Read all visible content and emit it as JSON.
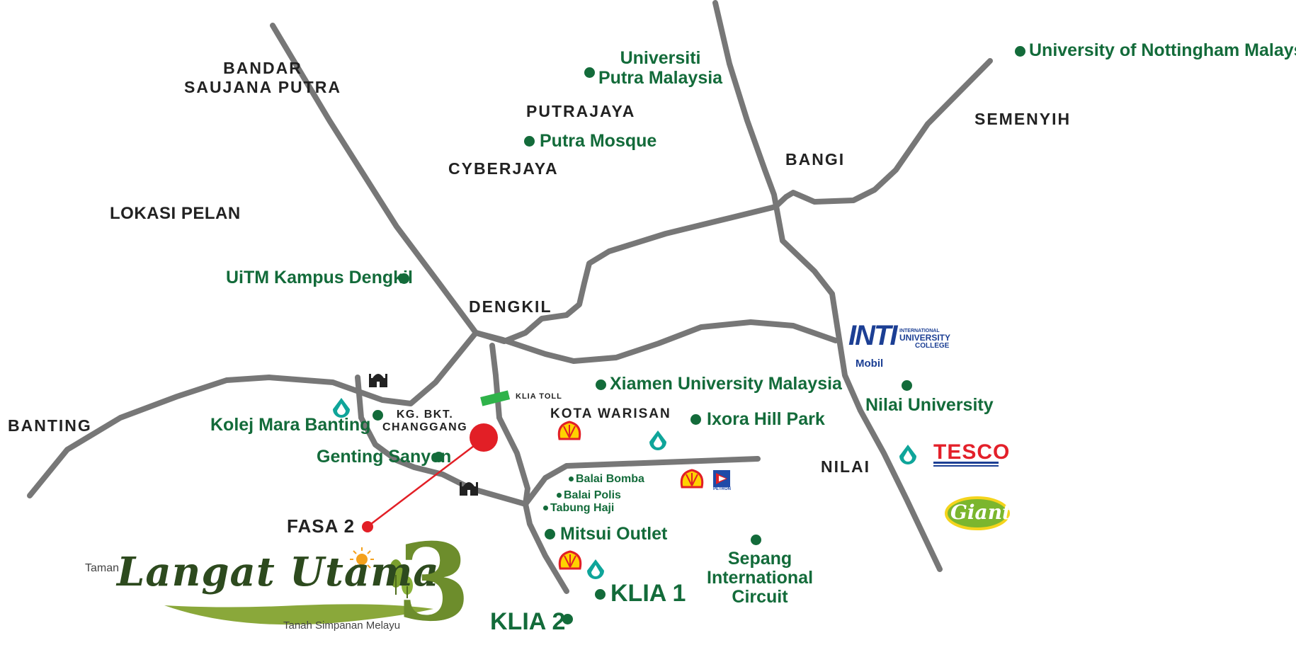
{
  "map": {
    "areas": {
      "bandar_saujana_putra_1": "BANDAR",
      "bandar_saujana_putra_2": "SAUJANA PUTRA",
      "putrajaya": "PUTRAJAYA",
      "cyberjaya": "CYBERJAYA",
      "bangi": "BANGI",
      "semenyih": "SEMENYIH",
      "lokasi_pelan": "LOKASI PELAN",
      "dengkil": "DENGKIL",
      "banting": "BANTING",
      "kota_warisan": "KOTA WARISAN",
      "nilai": "NILAI",
      "kg_bkt_changgang_1": "KG. BKT.",
      "kg_bkt_changgang_2": "CHANGGANG",
      "klia_toll": "KLIA TOLL",
      "fasa_2": "FASA 2"
    },
    "landmarks": {
      "upm_1": "Universiti",
      "upm_2": "Putra Malaysia",
      "nottingham": "University of Nottingham Malaysia",
      "putra_mosque": "Putra Mosque",
      "uitm": "UiTM Kampus Dengkil",
      "xiamen": "Xiamen University Malaysia",
      "nilai_university": "Nilai University",
      "kolej_mara": "Kolej Mara Banting",
      "ixora": "Ixora Hill Park",
      "genting_sanyen": "Genting Sanyen",
      "balai_bomba": "Balai Bomba",
      "balai_polis": "Balai Polis",
      "tabung_haji": "Tabung Haji",
      "mitsui": "Mitsui Outlet",
      "sepang_1": "Sepang",
      "sepang_2": "International",
      "sepang_3": "Circuit",
      "klia1": "KLIA 1",
      "klia2": "KLIA 2"
    },
    "brands": {
      "inti": "INTI",
      "inti_sub_1": "INTERNATIONAL",
      "inti_sub_2": "UNIVERSITY",
      "inti_sub_3": "COLLEGE",
      "mobil": "Mobil",
      "tesco": "TESCO",
      "giant": "Giant",
      "petron": "PETRON"
    },
    "logo": {
      "taman": "Taman",
      "name": "Langat Utama",
      "number": "3",
      "subtitle": "Tanah Simpanan Melayu"
    },
    "colors": {
      "road": "#777777",
      "landmark_green": "#136b3a",
      "marker_red": "#e21f26",
      "toll_green": "#2fb34a",
      "text_dark": "#222222"
    },
    "icons": [
      "mosque-icon",
      "petronas-icon",
      "shell-icon",
      "petron-icon",
      "sun-icon",
      "leaf-icon"
    ]
  }
}
